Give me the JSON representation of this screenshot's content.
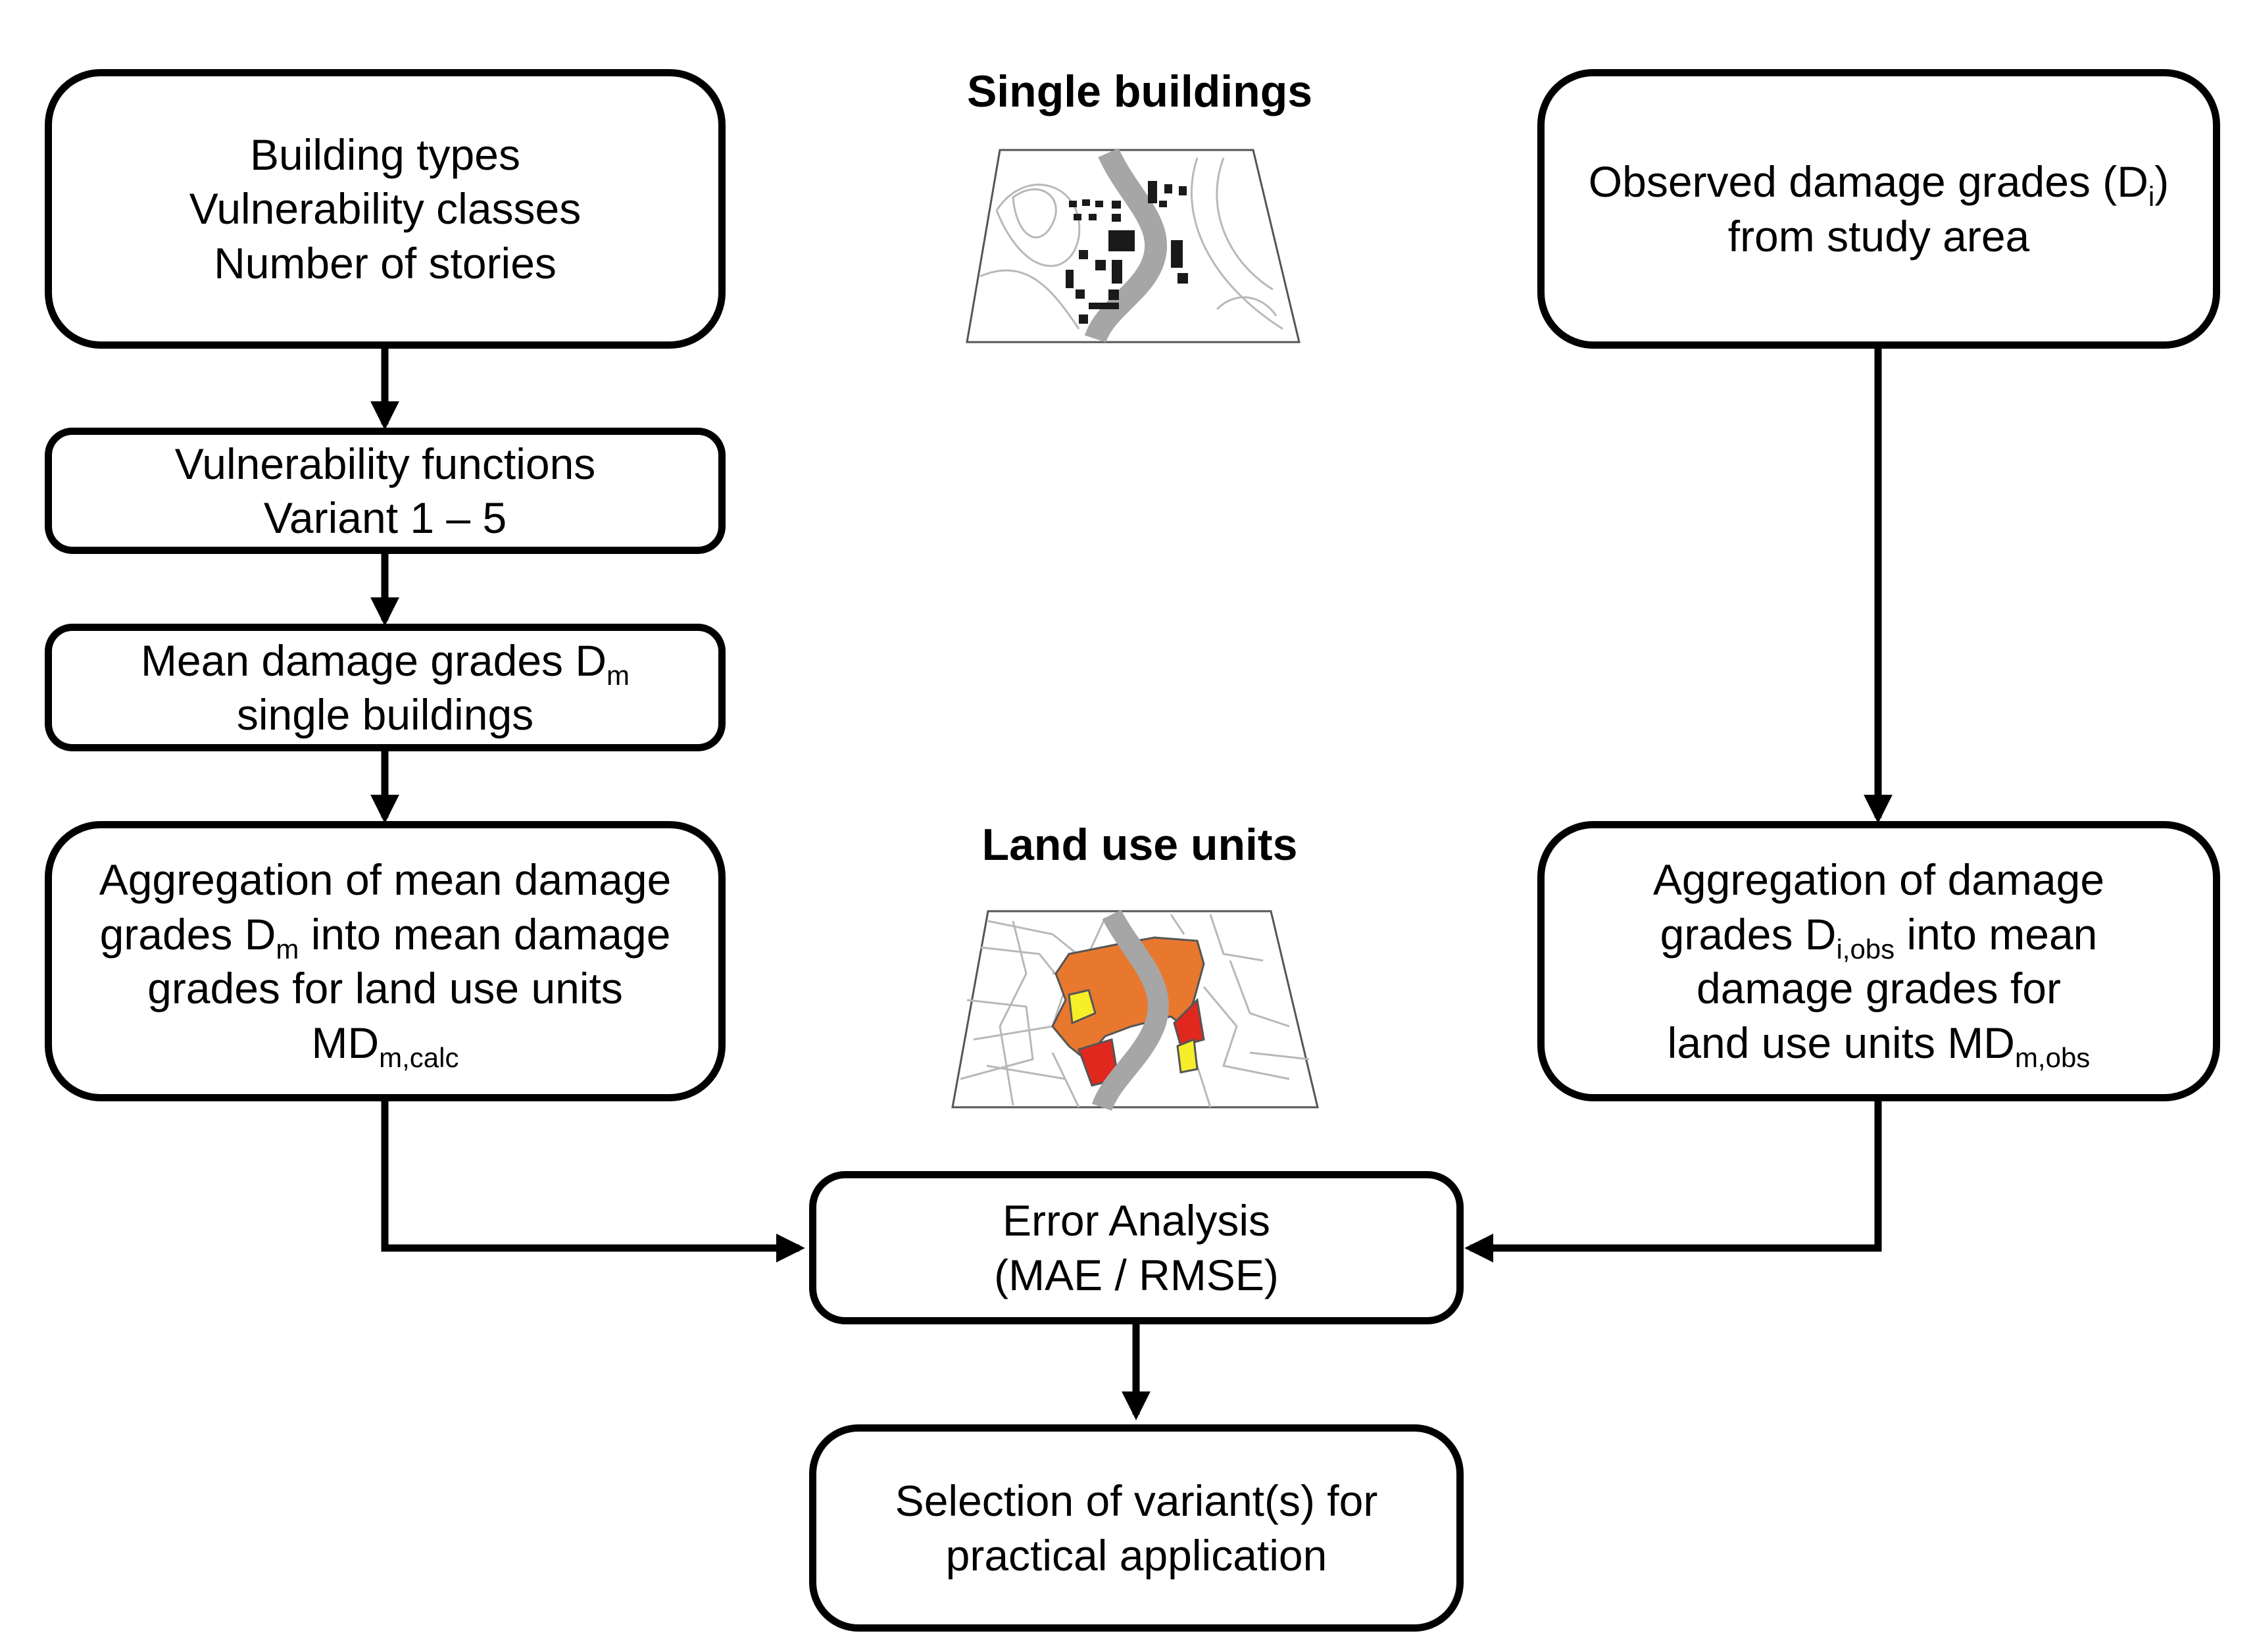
{
  "headings": {
    "single_buildings": "Single buildings",
    "land_use_units": "Land use units"
  },
  "boxes": {
    "building_types": {
      "line1": "Building types",
      "line2": "Vulnerability classes",
      "line3": "Number of stories"
    },
    "vulnerability_functions": {
      "line1": "Vulnerability functions",
      "line2": "Variant 1 – 5"
    },
    "mean_damage_grades": {
      "line1_text": "Mean damage grades D",
      "line1_sub": "m",
      "line2": "single buildings"
    },
    "aggregation_calc": {
      "line1": "Aggregation of mean damage",
      "line2_text": "grades D",
      "line2_sub": "m",
      "line2_tail": " into mean damage",
      "line3": "grades for land use units",
      "line4_text": "MD",
      "line4_sub": "m,calc"
    },
    "observed_damage": {
      "line1_text": "Observed damage grades (D",
      "line1_sub": "i",
      "line1_tail": ")",
      "line2": "from study area"
    },
    "aggregation_obs": {
      "line1": "Aggregation of damage",
      "line2_text": "grades D",
      "line2_sub": "i,obs",
      "line2_tail": " into mean",
      "line3": "damage grades for",
      "line4_text": "land use units MD",
      "line4_sub": "m,obs"
    },
    "error_analysis": {
      "line1": "Error Analysis",
      "line2": "(MAE / RMSE)"
    },
    "selection": {
      "line1": "Selection of variant(s)  for",
      "line2": "practical application"
    }
  },
  "map_colors": {
    "road": "#a6a6a6",
    "building": "#1a1a1a",
    "contour": "#b8b8b8",
    "orange": "#e8782e",
    "red": "#e0281e",
    "yellow": "#f7ee2a"
  }
}
